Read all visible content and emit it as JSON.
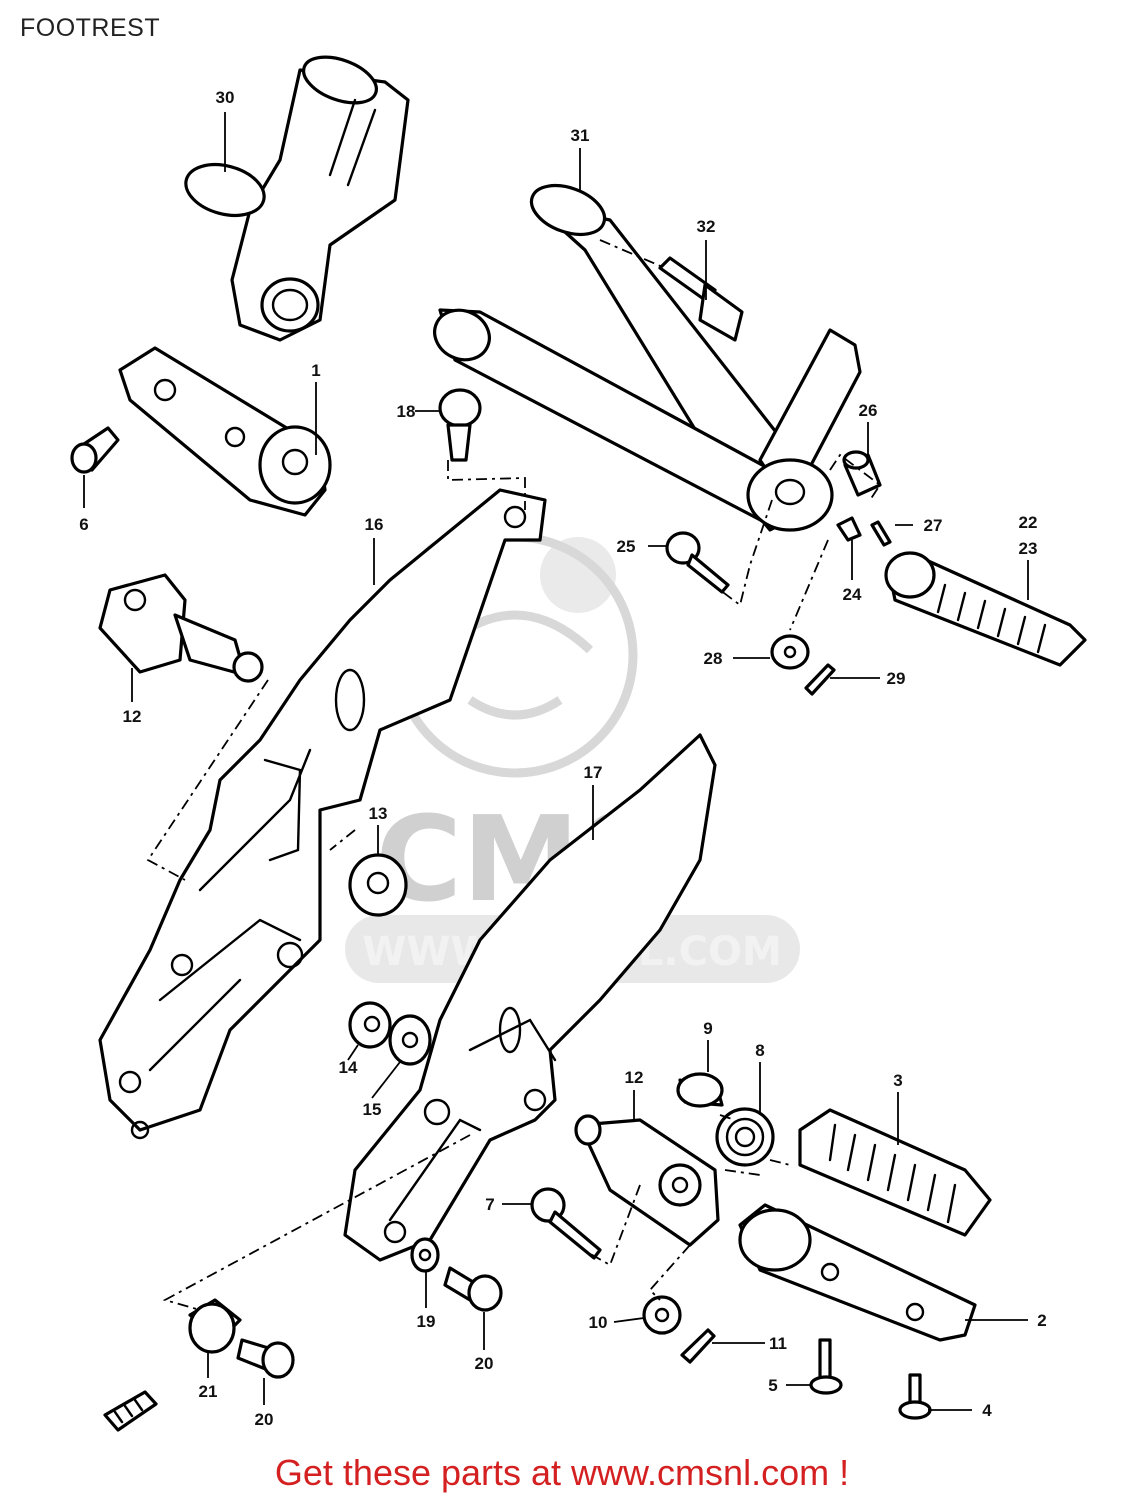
{
  "page": {
    "title": "FOOTREST",
    "footer": "Get these parts at www.cmsnl.com !",
    "colors": {
      "footer": "#d42020",
      "watermark": "#d8d8d8",
      "line": "#000000"
    }
  },
  "watermark": {
    "logo_text": "CMS",
    "url_text": "WWW.CMSNL.COM"
  },
  "callouts": {
    "n1": "1",
    "n2": "2",
    "n3": "3",
    "n4": "4",
    "n5": "5",
    "n6": "6",
    "n7": "7",
    "n8": "8",
    "n9": "9",
    "n10": "10",
    "n11": "11",
    "n12a": "12",
    "n12b": "12",
    "n13": "13",
    "n14": "14",
    "n15": "15",
    "n16": "16",
    "n17": "17",
    "n18": "18",
    "n19": "19",
    "n20a": "20",
    "n20b": "20",
    "n21": "21",
    "n22": "22",
    "n23": "23",
    "n24": "24",
    "n25": "25",
    "n26": "26",
    "n27": "27",
    "n28": "28",
    "n29": "29",
    "n30": "30",
    "n31": "31",
    "n32": "32"
  }
}
